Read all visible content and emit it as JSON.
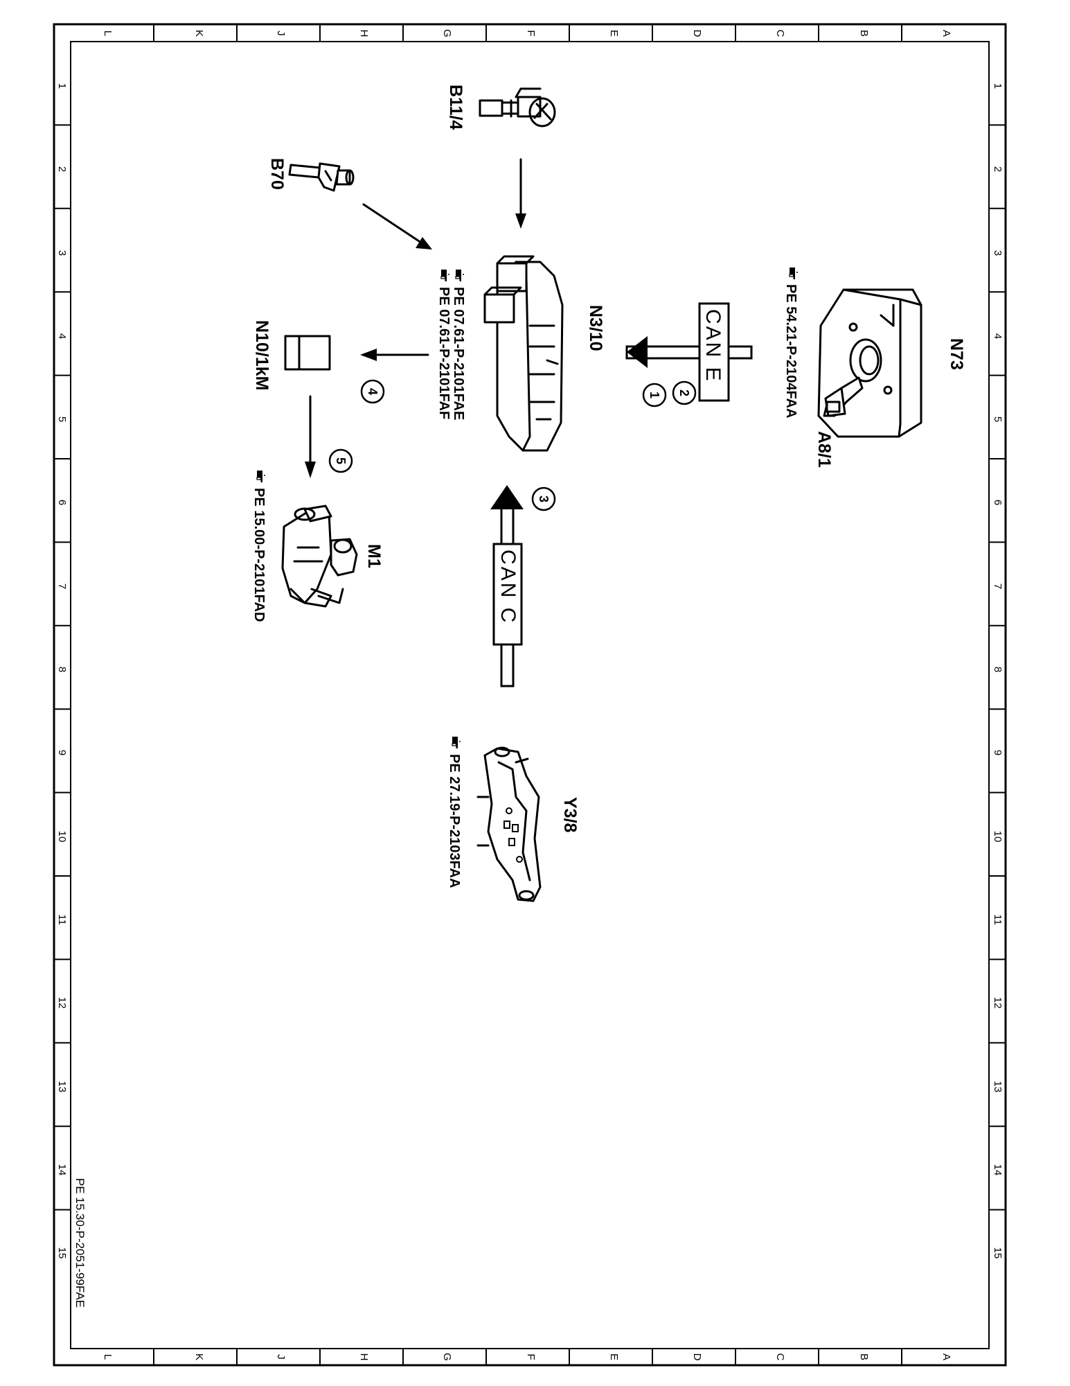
{
  "grid": {
    "rows": [
      "1",
      "2",
      "3",
      "4",
      "5",
      "6",
      "7",
      "8",
      "9",
      "10",
      "11",
      "12",
      "13",
      "14",
      "15"
    ],
    "cols": [
      "L",
      "K",
      "J",
      "H",
      "G",
      "F",
      "E",
      "D",
      "C",
      "B",
      "A"
    ]
  },
  "doc_id": "PE 15.30-P-2051-99FAE",
  "components": {
    "n73": "N73",
    "a8_1": "A8/1",
    "n3_10": "N3/10",
    "b11_4": "B11/4",
    "b70": "B70",
    "n10_1km": "N10/1kM",
    "m1": "M1",
    "y3_8": "Y3/8"
  },
  "refs": {
    "n73": "PE 54.21-P-2104FAA",
    "n3_10_a": "PE 07.61-P-2101FAE",
    "n3_10_b": "PE 07.61-P-2101FAF",
    "m1": "PE 15.00-P-2101FAD",
    "y3_8": "PE 27.19-P-2103FAA"
  },
  "buses": {
    "can_e": "CAN E",
    "can_c": "CAN C"
  },
  "steps": [
    "1",
    "2",
    "3",
    "4",
    "5"
  ],
  "icons": {
    "ref_marker": "pointing-hand-icon"
  }
}
